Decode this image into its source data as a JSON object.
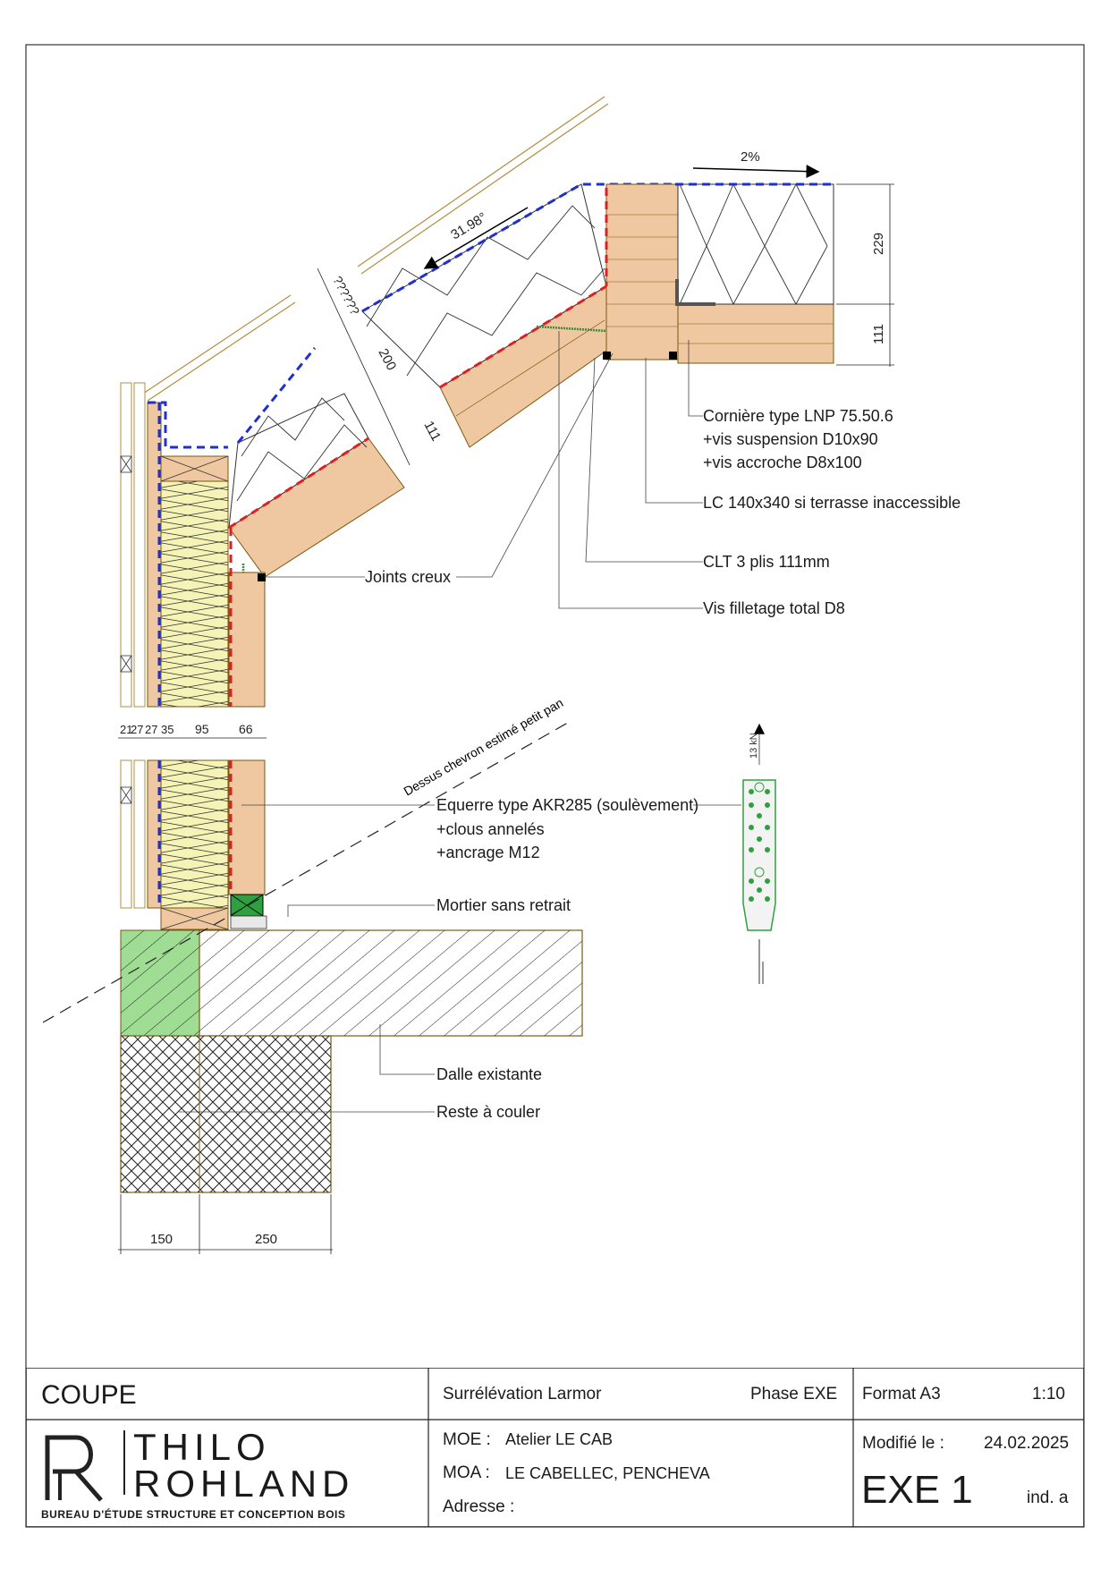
{
  "drawing": {
    "slope_roof": "31.98°",
    "slope_terrace": "2%",
    "unknown_dim": "??????",
    "dim_insul_roof": "200",
    "dim_clt_roof": "111",
    "dim_terrace_insul": "229",
    "dim_terrace_clt": "111",
    "wall_dims": [
      "21",
      "27",
      "27",
      "35",
      "95",
      "66"
    ],
    "foundation_dims": [
      "150",
      "250"
    ],
    "load": "13 kN",
    "rafter_line": "Dessus chevron estimé petit pan",
    "callouts": {
      "corniere": [
        "Cornière type LNP 75.50.6",
        "+vis suspension D10x90",
        "+vis accroche D8x100"
      ],
      "lc": "LC 140x340 si terrasse inaccessible",
      "clt": "CLT 3 plis 111mm",
      "vis": "Vis filletage total D8",
      "joints": "Joints creux",
      "equerre": [
        "Equerre type AKR285 (soulèvement)",
        "+clous annelés",
        "+ancrage M12"
      ],
      "mortier": "Mortier sans retrait",
      "dalle": "Dalle existante",
      "reste": "Reste à couler"
    }
  },
  "titleblock": {
    "sheet_title": "COUPE",
    "project": "Surrélévation Larmor",
    "phase": "Phase EXE",
    "format": "Format A3",
    "scale": "1:10",
    "moe_label": "MOE :",
    "moe_value": "Atelier LE CAB",
    "moa_label": "MOA :",
    "moa_value": "LE CABELLEC, PENCHEVA",
    "address_label": "Adresse :",
    "modified_label": "Modifié le :",
    "modified_date": "24.02.2025",
    "drawing_no": "EXE 1",
    "index": "ind. a",
    "logo_line1": "THILO",
    "logo_line2": "ROHLAND",
    "logo_tagline": "BUREAU D'ÉTUDE STRUCTURE ET CONCEPTION BOIS"
  },
  "colors": {
    "timber": "#efc7a0",
    "insulation": "#f6f3b6",
    "green_block": "#9fdc94",
    "membrane_red": "#e02020",
    "membrane_blue": "#2030d0",
    "edge": "#7a5a10"
  }
}
